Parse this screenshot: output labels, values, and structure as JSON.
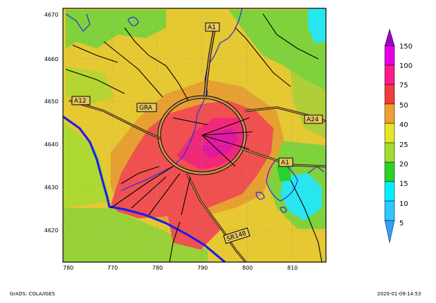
{
  "map": {
    "x_ticks": [
      "780",
      "770",
      "780",
      "790",
      "800",
      "810"
    ],
    "y_ticks": [
      "4670",
      "4660",
      "4650",
      "4640",
      "4630",
      "4620"
    ],
    "road_labels": [
      "A1",
      "A12",
      "GRA",
      "A24",
      "A1",
      "SR148"
    ]
  },
  "colorbar": {
    "labels": [
      "150",
      "100",
      "75",
      "50",
      "40",
      "25",
      "20",
      "15",
      "10",
      "5"
    ],
    "colors": [
      "#a000c8",
      "#e600e6",
      "#ff1a8c",
      "#f03c3c",
      "#f0a030",
      "#e6e628",
      "#70d73c",
      "#28d228",
      "#00f0ff",
      "#30a0ff"
    ]
  },
  "palette": {
    "yellow": "#e6c832",
    "green": "#7fd23c",
    "light_green": "#a0dc32",
    "orange": "#e6a032",
    "red": "#f05050",
    "pink": "#f0287a",
    "magenta": "#e01aa0",
    "cyan": "#28e6f0",
    "coast": "#1e1ee6",
    "river": "#3232dc",
    "road": "#000000"
  },
  "footer": {
    "left": "GrADS: COLA/IGES",
    "right": "2020-01-09-14:53"
  }
}
